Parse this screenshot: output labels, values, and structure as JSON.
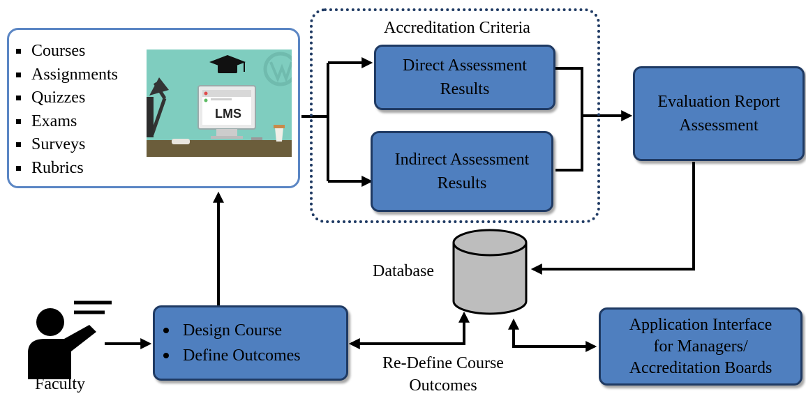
{
  "colors": {
    "node_fill": "#4f7fbf",
    "node_border": "#1f3a63",
    "lms_border": "#5b86c4",
    "criteria_border": "#1f3a63",
    "lms_screen_bg": "#7fcdbf"
  },
  "lms": {
    "items": [
      "Courses",
      "Assignments",
      "Quizzes",
      "Exams",
      "Surveys",
      "Rubrics"
    ],
    "image": {
      "screen_text": "LMS",
      "icons": [
        "graduation-cap-icon",
        "desk-lamp-icon",
        "monitor-icon",
        "coffee-cup-icon",
        "wordpress-logo"
      ]
    }
  },
  "criteria": {
    "title": "Accreditation Criteria",
    "direct": [
      "Direct Assessment",
      "Results"
    ],
    "indirect": [
      "Indirect Assessment",
      "Results"
    ]
  },
  "evaluation": {
    "lines": [
      "Evaluation Report",
      "Assessment"
    ]
  },
  "database": {
    "label": "Database"
  },
  "design": {
    "items": [
      "Design Course",
      "Define Outcomes"
    ]
  },
  "app_interface": {
    "lines": [
      "Application Interface",
      "for Managers/",
      "Accreditation Boards"
    ]
  },
  "redefine": {
    "lines": [
      "Re-Define Course",
      "Outcomes"
    ]
  },
  "faculty": {
    "label": "Faculty",
    "icon": "presenter-icon"
  }
}
